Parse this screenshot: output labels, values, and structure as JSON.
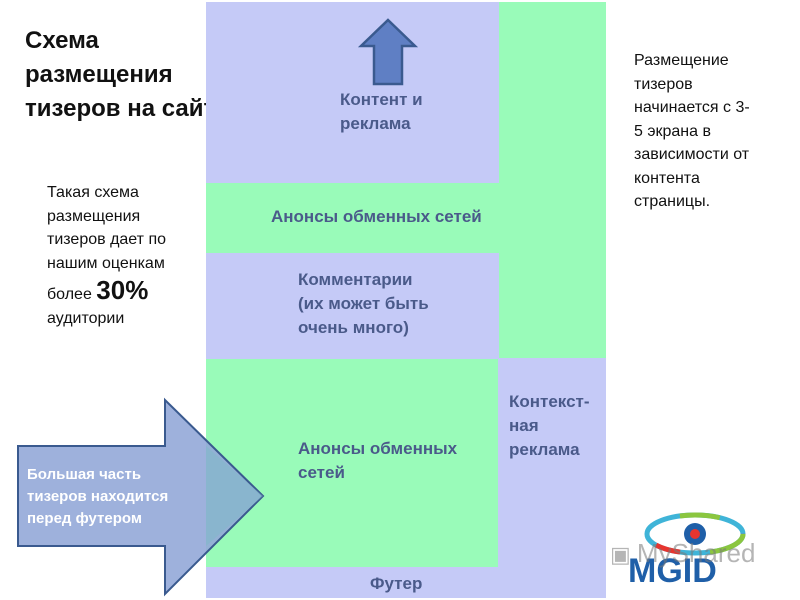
{
  "title_lines": [
    "Схема",
    "размещения",
    "тизеров на сайте"
  ],
  "left_note": {
    "lines": [
      "Такая схема",
      "размещения",
      "тизеров дает по",
      "нашим оценкам"
    ],
    "line5_prefix": "более ",
    "line5_value": "30%",
    "line6": "аудитории"
  },
  "right_note_lines": [
    "Размещение",
    "тизеров",
    "начинается с 3-",
    "5 экрана в",
    "зависимости от",
    "контента",
    "страницы."
  ],
  "blocks": {
    "content_ad": [
      "Контент и",
      "реклама"
    ],
    "exchange_top": "Анонсы обменных сетей",
    "comments": [
      "Комментарии",
      "(их может быть",
      "очень много)"
    ],
    "exchange_bottom": [
      "Анонсы обменных",
      "сетей"
    ],
    "footer": "Футер",
    "context_ad": [
      "Контекст-",
      "ная",
      "реклама"
    ]
  },
  "arrow_label": [
    "Большая часть",
    "тизеров находится",
    "перед футером"
  ],
  "watermark": "MyShared",
  "logo": "MGID",
  "colors": {
    "blue": "#c5caf7",
    "green": "#99fbb9",
    "arrow_fill": "#5f7fc4",
    "arrow_stroke": "#3a5a8f",
    "arrow2_fill": "#93a9d8"
  }
}
